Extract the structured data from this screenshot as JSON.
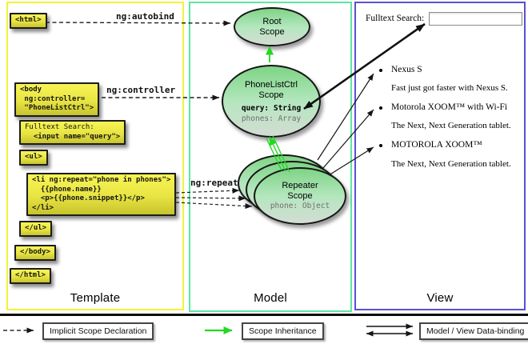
{
  "template_panel": {
    "label": "Template",
    "boxes": {
      "html_open": "<html>",
      "body_open": [
        "<body",
        " ng:controller=",
        " \"PhoneListCtrl\">"
      ],
      "fulltext": [
        "Fulltext Search:",
        "  <input name=\"query\">"
      ],
      "ul_open": "<ul>",
      "li_repeat": [
        "<li ng:repeat=\"phone in phones\">",
        "  {{phone.name}}",
        "  <p>{{phone.snippet}}</p>",
        "</li>"
      ],
      "ul_close": "</ul>",
      "body_close": "</body>",
      "html_close": "</html>"
    },
    "annotations": {
      "autobind": "ng:autobind",
      "controller": "ng:controller",
      "repeat": "ng:repeat"
    }
  },
  "model_panel": {
    "label": "Model",
    "scopes": {
      "root": {
        "title": "Root Scope"
      },
      "phonelist": {
        "title": "PhoneListCtrl Scope",
        "props": [
          {
            "text": "query: String"
          },
          {
            "text": "phones: Array"
          }
        ]
      },
      "repeater": {
        "title": "Repeater Scope",
        "props": [
          {
            "text": "phone: Object"
          }
        ]
      }
    }
  },
  "view_panel": {
    "label": "View",
    "search_label": "Fulltext Search:",
    "search_value": "",
    "items": [
      {
        "title": "Nexus S",
        "desc": "Fast just got faster with Nexus S."
      },
      {
        "title": "Motorola XOOM™ with Wi-Fi",
        "desc": "The Next, Next Generation tablet."
      },
      {
        "title": "MOTOROLA XOOM™",
        "desc": "The Next, Next Generation tablet."
      }
    ]
  },
  "legend": {
    "implicit": "Implicit Scope Declaration",
    "inheritance": "Scope Inheritance",
    "binding": "Model / View Data-binding"
  },
  "colors": {
    "template_border": "#f2f23a",
    "model_border": "#5de6a2",
    "view_border": "#5a50d0",
    "inheritance_green": "#24d824",
    "arrow_black": "#151515"
  }
}
